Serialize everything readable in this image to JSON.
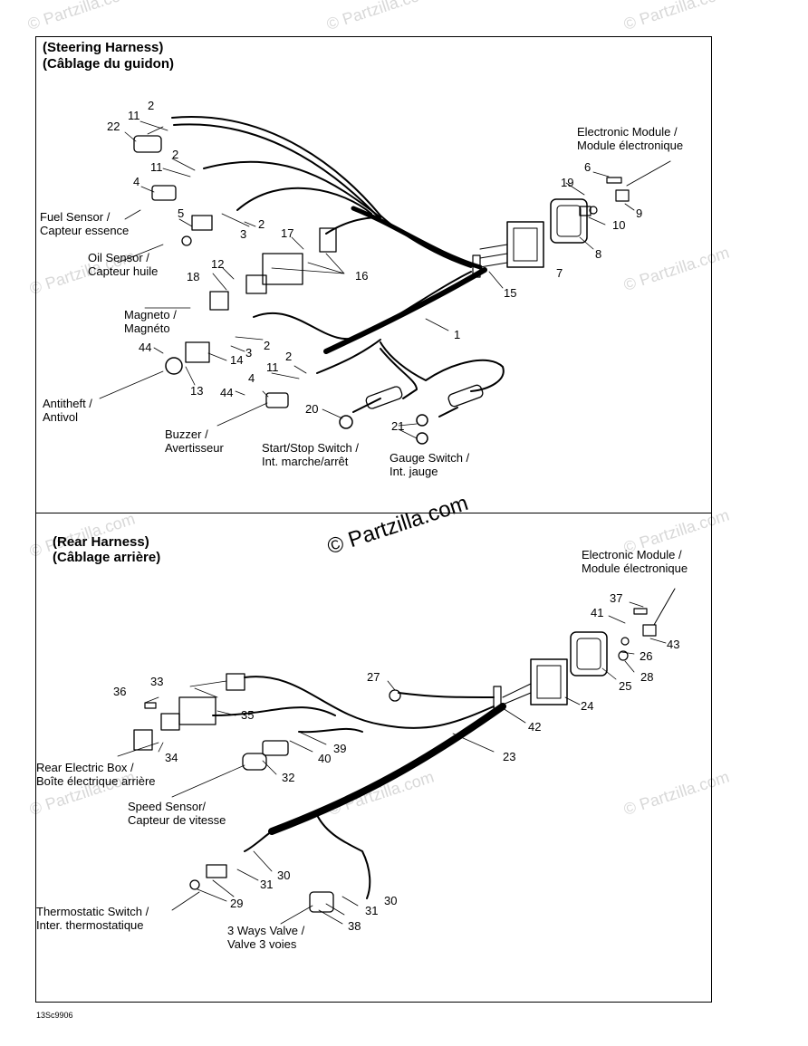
{
  "sections": {
    "steering": {
      "title_en": "(Steering Harness)",
      "title_fr": "(Câblage du guidon)"
    },
    "rear": {
      "title_en": "(Rear Harness)",
      "title_fr": "(Câblage arrière)"
    }
  },
  "labels": {
    "electronic_module_1": [
      "Electronic Module /",
      "Module électronique"
    ],
    "fuel_sensor": [
      "Fuel Sensor /",
      "Capteur essence"
    ],
    "oil_sensor": [
      "Oil Sensor /",
      "Capteur huile"
    ],
    "magneto": [
      "Magneto /",
      "Magnéto"
    ],
    "antitheft": [
      "Antitheft /",
      "Antivol"
    ],
    "buzzer": [
      "Buzzer /",
      "Avertisseur"
    ],
    "start_stop": [
      "Start/Stop Switch /",
      "Int. marche/arrêt"
    ],
    "gauge_switch": [
      "Gauge Switch /",
      "Int. jauge"
    ],
    "electronic_module_2": [
      "Electronic Module /",
      "Module électronique"
    ],
    "rear_electric_box": [
      "Rear Electric Box /",
      "Boîte électrique arrière"
    ],
    "speed_sensor": [
      "Speed Sensor/",
      "Capteur de vitesse"
    ],
    "thermostatic_switch": [
      "Thermostatic Switch /",
      "Inter. thermostatique"
    ],
    "three_way_valve": [
      "3 Ways Valve /",
      "Valve 3 voies"
    ]
  },
  "callouts": [
    "2",
    "11",
    "22",
    "2",
    "11",
    "4",
    "5",
    "3",
    "2",
    "17",
    "16",
    "18",
    "12",
    "6",
    "19",
    "9",
    "10",
    "8",
    "7",
    "15",
    "1",
    "2",
    "3",
    "14",
    "44",
    "13",
    "11",
    "2",
    "4",
    "44",
    "20",
    "21",
    "37",
    "41",
    "43",
    "26",
    "28",
    "25",
    "24",
    "27",
    "42",
    "23",
    "33",
    "36",
    "35",
    "34",
    "39",
    "40",
    "32",
    "30",
    "31",
    "29",
    "31",
    "30",
    "38"
  ],
  "watermark": "© Partzilla.com",
  "watermark_main": "© Partzilla.com",
  "figure_code": "13Sc9906",
  "colors": {
    "ink": "#000000",
    "watermark": "#d8d8d8",
    "background": "#ffffff"
  }
}
